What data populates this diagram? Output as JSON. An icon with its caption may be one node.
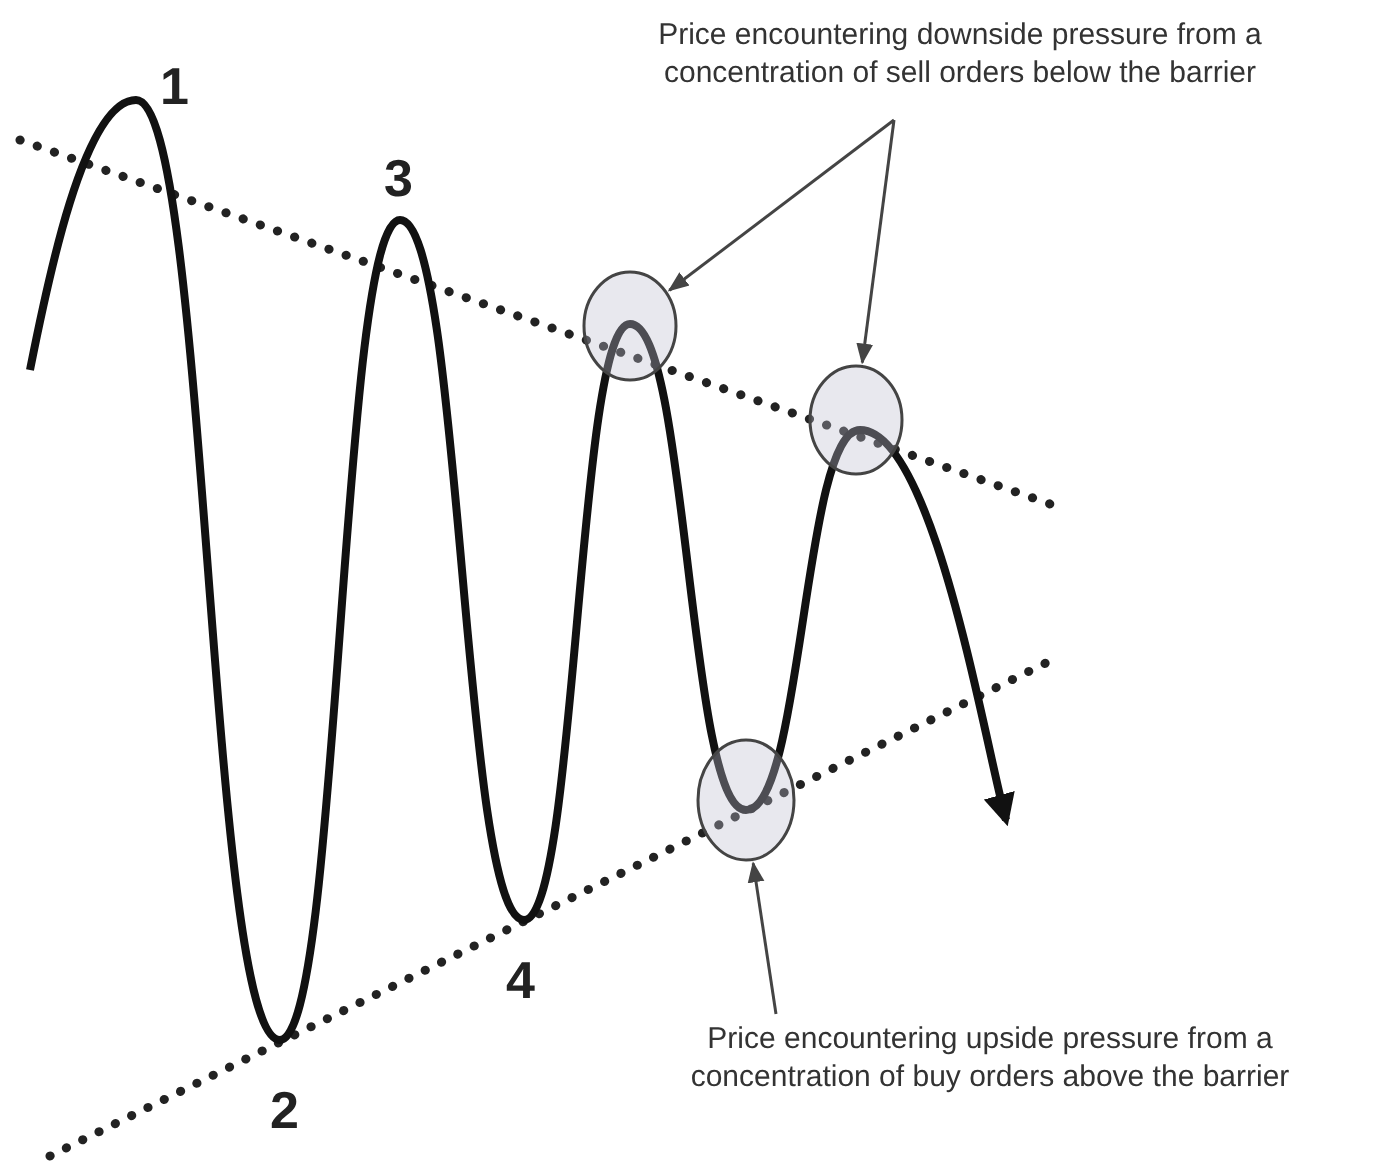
{
  "diagram": {
    "nodes": [
      {
        "text": [
          "Price encountering downside pressure from a concentration of sell orders below the barrier"
        ]
      },
      {
        "text": [],
        "shape": "circle"
      },
      {
        "text": [],
        "shape": "circle"
      },
      {
        "text": [],
        "shape": "circle"
      },
      {
        "text": [
          "Price encountering upside pressure from a concentration of buy orders above the barrier"
        ]
      }
    ],
    "edges": [
      {
        "from": 0,
        "to": 1,
        "arrow": "to"
      },
      {
        "from": 0,
        "to": 2,
        "arrow": "to"
      },
      {
        "from": 4,
        "to": 3,
        "arrow": "to"
      }
    ],
    "labels": [
      "1",
      "3",
      "4",
      "2"
    ]
  }
}
